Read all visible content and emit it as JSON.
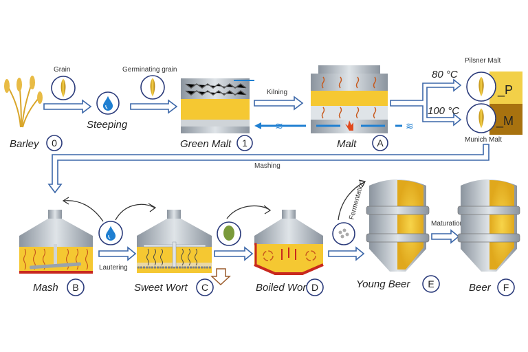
{
  "stages": {
    "barley": {
      "label": "Barley",
      "id": "0"
    },
    "grain": {
      "label": "Grain"
    },
    "steeping": {
      "label": "Steeping"
    },
    "germinating": {
      "label": "Germinating grain"
    },
    "green_malt": {
      "label": "Green Malt",
      "id": "1"
    },
    "kilning": {
      "label": "Kilning"
    },
    "malt": {
      "label": "Malt",
      "id": "A"
    },
    "pilsner": {
      "label": "Pilsner Malt",
      "temp": "80 °C",
      "tag": "_P",
      "color": "#f2d048"
    },
    "munich": {
      "label": "Munich Malt",
      "temp": "100 °C",
      "tag": "_M",
      "color": "#a8720f"
    },
    "mashing": {
      "label": "Mashing"
    },
    "mash": {
      "label": "Mash",
      "id": "B"
    },
    "lautering": {
      "label": "Lautering"
    },
    "sweet_wort": {
      "label": "Sweet Wort",
      "id": "C"
    },
    "boiled_wort": {
      "label": "Boiled Wort",
      "id": "D"
    },
    "fermentation": {
      "label": "Fermentation"
    },
    "young_beer": {
      "label": "Young Beer",
      "id": "E"
    },
    "maturation": {
      "label": "Maturation"
    },
    "beer": {
      "label": "Beer",
      "id": "F"
    }
  },
  "colors": {
    "arrow": "#3a66a8",
    "liquid": "#f5c832",
    "steel": "#a9b3bd",
    "heat": "#c8281e",
    "water": "#1f7fd1"
  }
}
